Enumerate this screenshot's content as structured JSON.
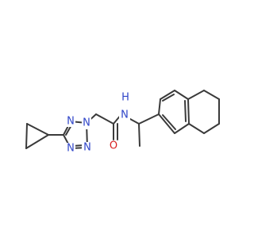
{
  "molecule": {
    "atoms": {
      "n_tetrazole_3": {
        "symbol": "N",
        "color": "#2f45c8"
      },
      "n_tetrazole_2": {
        "symbol": "N",
        "color": "#2f45c8"
      },
      "n_tetrazole_4": {
        "symbol": "N",
        "color": "#2f45c8"
      },
      "n_tetrazole_5": {
        "symbol": "N",
        "color": "#2f45c8"
      },
      "n_amide": {
        "symbol": "N",
        "color": "#2f45c8"
      },
      "h_amide": {
        "symbol": "H",
        "color": "#2f45c8"
      },
      "o_carbonyl": {
        "symbol": "O",
        "color": "#d71f1f"
      }
    },
    "bond_color": "#3a3a3a"
  }
}
